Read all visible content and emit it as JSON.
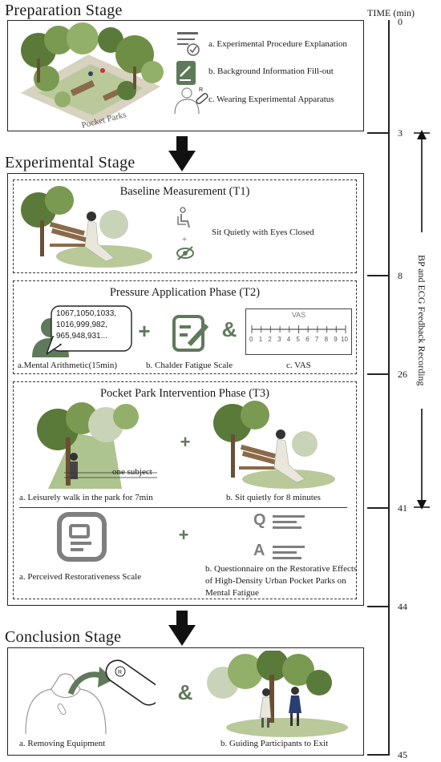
{
  "stages": {
    "preparation": "Preparation Stage",
    "experimental": "Experimental Stage",
    "conclusion": "Conclusion Stage"
  },
  "timeline": {
    "header": "TIME (min)",
    "ticks": [
      "0",
      "3",
      "8",
      "26",
      "41",
      "44",
      "45"
    ],
    "recording_label": "BP and ECG Feedback Recording"
  },
  "preparation": {
    "image_caption": "Pocket Parks",
    "items": [
      "a. Experimental Procedure Explanation",
      "b. Background Information Fill-out",
      "c. Wearing Experimental Apparatus"
    ]
  },
  "t1": {
    "title": "Baseline Measurement (T1)",
    "action": "Sit Quietly with Eyes Closed",
    "plus": "+"
  },
  "t2": {
    "title": "Pressure Application Phase (T2)",
    "bubble_lines": [
      "1067,1050,1033,",
      "1016,999,982,",
      "965,948,931..."
    ],
    "plus": "+",
    "amp": "&",
    "vas_title": "VAS",
    "vas_numbers": [
      "0",
      "1",
      "2",
      "3",
      "4",
      "5",
      "6",
      "7",
      "8",
      "9",
      "10"
    ],
    "labels": [
      "a.Mental Arithmetic(15min)",
      "b. Chalder Fatigue Scale",
      "c. VAS"
    ]
  },
  "t3": {
    "title": "Pocket Park Intervention Phase (T3)",
    "one_subject": "one subject",
    "plus1": "+",
    "plus2": "+",
    "label_walk": "a. Leisurely walk in the park for 7min",
    "label_sit": "b. Sit quietly for 8 minutes",
    "q_letter": "Q",
    "a_letter": "A",
    "label_prs": "a. Perceived Restorativeness Scale",
    "label_q": [
      "b. Questionnaire on the Restorative Effects",
      "of High-Density Urban Pocket Parks on",
      "Mental Fatigue"
    ]
  },
  "conclusion": {
    "amp": "&",
    "label_remove": "a. Removing Equipment",
    "label_exit": "b. Guiding Participants to Exit"
  },
  "colors": {
    "icon_gray": "#7f7f7f",
    "icon_green": "#5f7a5a",
    "tree_dark": "#5a7a3a",
    "tree_light": "#93b06a",
    "lawn": "#b9c99a"
  }
}
